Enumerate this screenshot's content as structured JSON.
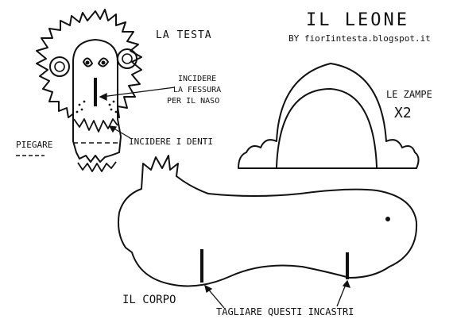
{
  "title": "IL LEONE",
  "credit": "BY fiorIintesta.blogspot.it",
  "labels": {
    "head": "LA TESTA",
    "nose_cut_1": "INCIDERE",
    "nose_cut_2": "LA FESSURA",
    "nose_cut_3": "PER IL NASO",
    "fold": "PIEGARE",
    "teeth_cut": "INCIDERE I DENTI",
    "paws": "LE ZAMPE",
    "paws_count": "X2",
    "body": "IL CORPO",
    "slots": "TAGLIARE QUESTI INCASTRI"
  },
  "colors": {
    "ink": "#111111",
    "paper": "#ffffff"
  }
}
